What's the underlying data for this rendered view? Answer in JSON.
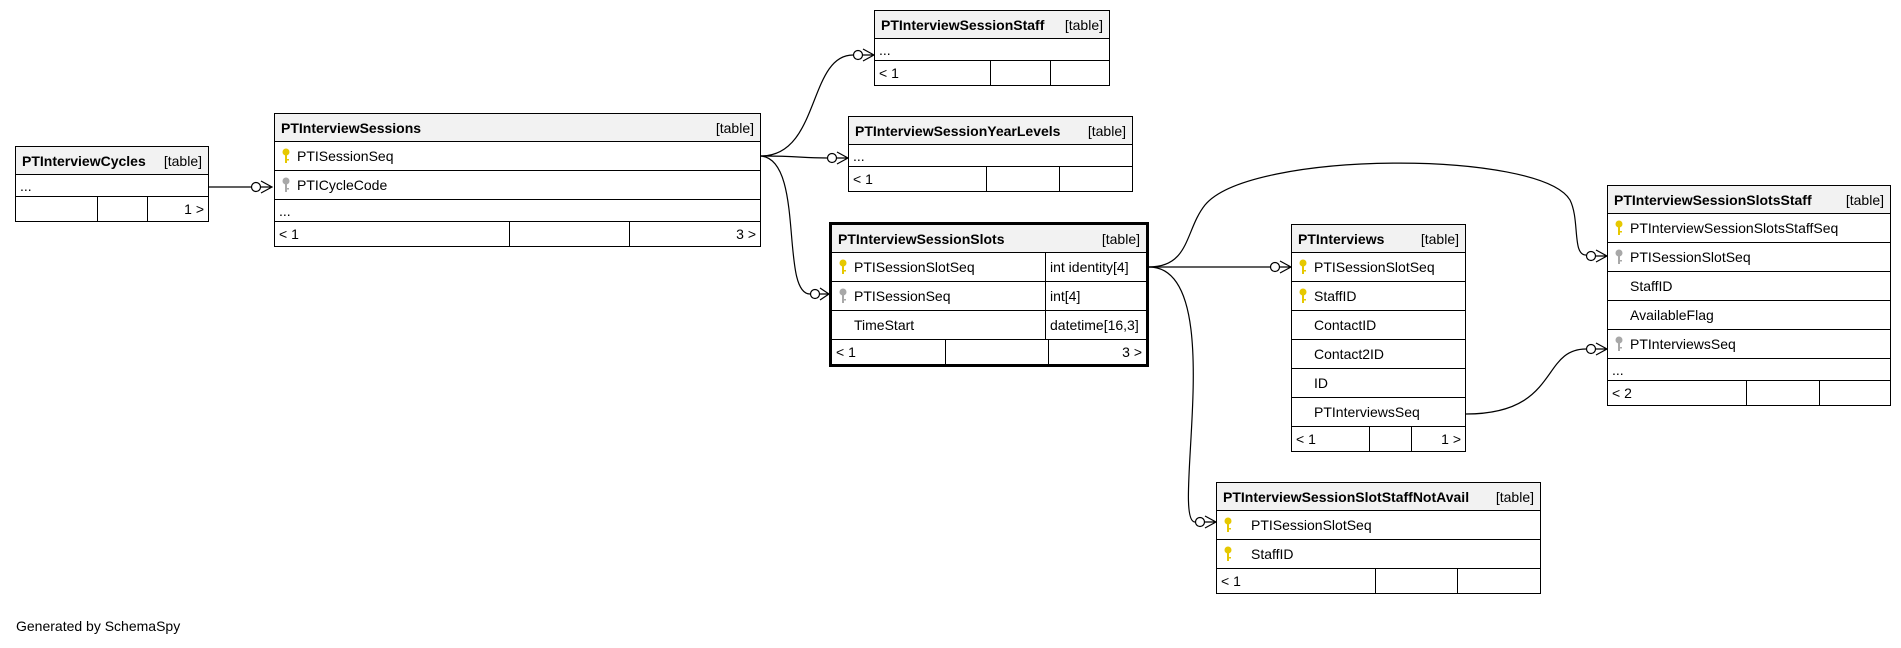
{
  "credit": "Generated by SchemaSpy",
  "tables": {
    "cycles": {
      "name": "PTInterviewCycles",
      "kind": "[table]",
      "ellipsis": "...",
      "foot": [
        "",
        "",
        "1 >"
      ]
    },
    "sessions": {
      "name": "PTInterviewSessions",
      "kind": "[table]",
      "columns": [
        {
          "name": "PTISessionSeq",
          "key": "primary"
        },
        {
          "name": "PTICycleCode",
          "key": "foreign"
        }
      ],
      "ellipsis": "...",
      "foot": [
        "< 1",
        "",
        "3 >"
      ]
    },
    "staff": {
      "name": "PTInterviewSessionStaff",
      "kind": "[table]",
      "ellipsis": "...",
      "foot": [
        "< 1",
        "",
        ""
      ]
    },
    "yearlevels": {
      "name": "PTInterviewSessionYearLevels",
      "kind": "[table]",
      "ellipsis": "...",
      "foot": [
        "< 1",
        "",
        ""
      ]
    },
    "slots": {
      "name": "PTInterviewSessionSlots",
      "kind": "[table]",
      "columns": [
        {
          "name": "PTISessionSlotSeq",
          "key": "primary",
          "type": "int identity[4]"
        },
        {
          "name": "PTISessionSeq",
          "key": "foreign",
          "type": "int[4]"
        },
        {
          "name": "TimeStart",
          "key": "",
          "type": "datetime[16,3]"
        }
      ],
      "foot": [
        "< 1",
        "",
        "3 >"
      ]
    },
    "interviews": {
      "name": "PTInterviews",
      "kind": "[table]",
      "columns": [
        {
          "name": "PTISessionSlotSeq",
          "key": "primary"
        },
        {
          "name": "StaffID",
          "key": "primary"
        },
        {
          "name": "ContactID",
          "key": ""
        },
        {
          "name": "Contact2ID",
          "key": ""
        },
        {
          "name": "ID",
          "key": ""
        },
        {
          "name": "PTInterviewsSeq",
          "key": ""
        }
      ],
      "foot": [
        "< 1",
        "",
        "1 >"
      ]
    },
    "notavail": {
      "name": "PTInterviewSessionSlotStaffNotAvail",
      "kind": "[table]",
      "columns": [
        {
          "name": "PTISessionSlotSeq",
          "key": "primary"
        },
        {
          "name": "StaffID",
          "key": "primary"
        }
      ],
      "foot": [
        "< 1",
        "",
        ""
      ]
    },
    "slotsstaff": {
      "name": "PTInterviewSessionSlotsStaff",
      "kind": "[table]",
      "columns": [
        {
          "name": "PTInterviewSessionSlotsStaffSeq",
          "key": "primary"
        },
        {
          "name": "PTISessionSlotSeq",
          "key": "foreign"
        },
        {
          "name": "StaffID",
          "key": ""
        },
        {
          "name": "AvailableFlag",
          "key": ""
        },
        {
          "name": "PTInterviewsSeq",
          "key": "foreign"
        }
      ],
      "ellipsis": "...",
      "foot": [
        "< 2",
        "",
        ""
      ]
    }
  },
  "colors": {
    "primary_key": "#e6c800",
    "foreign_key": "#a8a8a8",
    "header_bg": "#f2f2f2",
    "line": "#000000"
  }
}
